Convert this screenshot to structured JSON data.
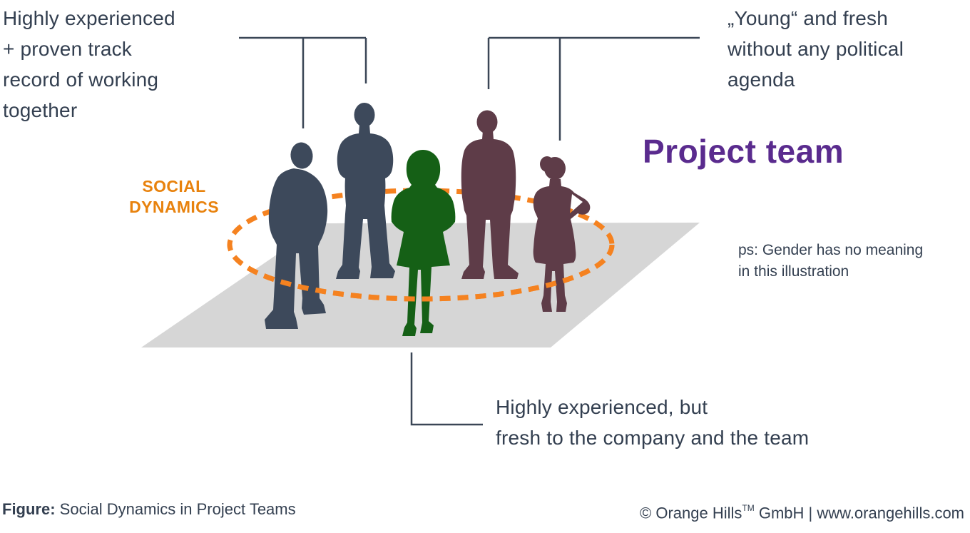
{
  "title": "Project team",
  "annotations": {
    "top_left": {
      "lines": [
        "Highly experienced",
        "+ proven track",
        "record of working",
        "together"
      ]
    },
    "top_right": {
      "lines": [
        "„Young“ and fresh",
        "without any political",
        "agenda"
      ]
    },
    "bottom": {
      "lines": [
        "Highly experienced, but",
        "fresh to the company and the team"
      ]
    },
    "ps_note": {
      "lines": [
        "ps: Gender has no meaning",
        "in this illustration"
      ]
    },
    "social_dynamics": {
      "lines": [
        "SOCIAL",
        "DYNAMICS"
      ]
    }
  },
  "footer": {
    "figure_label": "Figure:",
    "figure_caption": " Social Dynamics in Project Teams",
    "credit_pre": "© Orange Hills",
    "credit_tm": "TM",
    "credit_post": " GmbH | www.orangehills.com"
  },
  "illustration": {
    "platform_color": "#D6D6D6",
    "dynamics_ring_color": "#F58220",
    "figures": [
      {
        "id": "experienced-member-1",
        "color": "#3D495B",
        "description": "Highly experienced team member with proven track record"
      },
      {
        "id": "experienced-member-2",
        "color": "#3D495B",
        "description": "Highly experienced team member with proven track record"
      },
      {
        "id": "experienced-newcomer",
        "color": "#156016",
        "description": "Highly experienced, but fresh to the company and the team"
      },
      {
        "id": "young-member-1",
        "color": "#5E3C48",
        "description": "Young and fresh member without any political agenda"
      },
      {
        "id": "young-member-2",
        "color": "#5E3C48",
        "description": "Young and fresh member without any political agenda"
      }
    ]
  },
  "colors": {
    "text": "#333F50",
    "accent_purple": "#5A2B8E",
    "accent_orange": "#E8820D",
    "connector": "#3A4656",
    "background": "#FFFFFF"
  }
}
